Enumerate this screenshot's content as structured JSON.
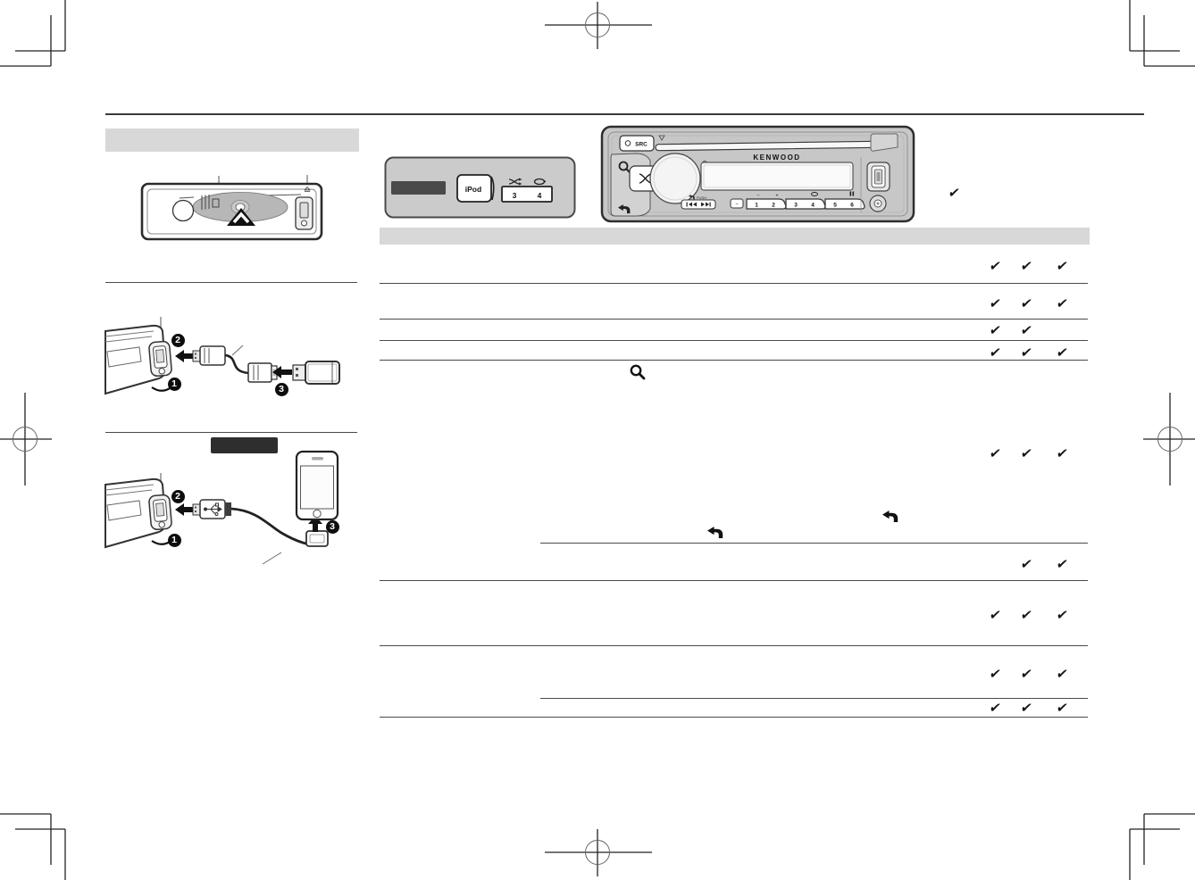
{
  "document": {
    "kind": "car-receiver-instruction-manual-page"
  },
  "left_column": {
    "section_header_text": "",
    "badges": {
      "one": "1",
      "two": "2",
      "three": "3"
    },
    "accessory_box_text": ""
  },
  "remote_panel": {
    "ipod_button": "iPod",
    "preset_3": "3",
    "preset_4": "4"
  },
  "head_unit": {
    "brand_logo": "KENWOOD",
    "src_button": "SRC",
    "menu_label": "/MENU",
    "push_label": "PUSH",
    "minus_button": "−",
    "presets": [
      "1",
      "2",
      "3",
      "4",
      "5",
      "6"
    ],
    "hint_minus": "–",
    "hint_plus": "+"
  },
  "compat_table": {
    "header_text": "",
    "check_glyph": "✔",
    "standalone_check": "✔",
    "columns": 3,
    "rows": [
      {
        "checks": [
          true,
          true,
          true
        ],
        "divider": "full"
      },
      {
        "checks": [
          true,
          true,
          true
        ],
        "divider": "full"
      },
      {
        "checks": [
          true,
          true,
          false
        ],
        "divider": "full"
      },
      {
        "checks": [
          true,
          true,
          true
        ],
        "divider": "full"
      },
      {
        "checks": [
          true,
          true,
          true
        ],
        "divider": "inset"
      },
      {
        "checks": [
          false,
          true,
          true
        ],
        "divider": "full"
      },
      {
        "checks": [
          true,
          true,
          true
        ],
        "divider": "full"
      },
      {
        "checks": [
          true,
          true,
          true
        ],
        "divider": "inset"
      },
      {
        "checks": [
          true,
          true,
          true
        ],
        "divider": "full"
      }
    ]
  },
  "colors": {
    "bar_gray": "#d8d8d8",
    "panel_gray": "#c9c9c9",
    "display_dark": "#4a4a4a",
    "accessory_black": "#2e2e2e",
    "table_line": "#4a4a4a",
    "ink": "#1a1a1a"
  }
}
